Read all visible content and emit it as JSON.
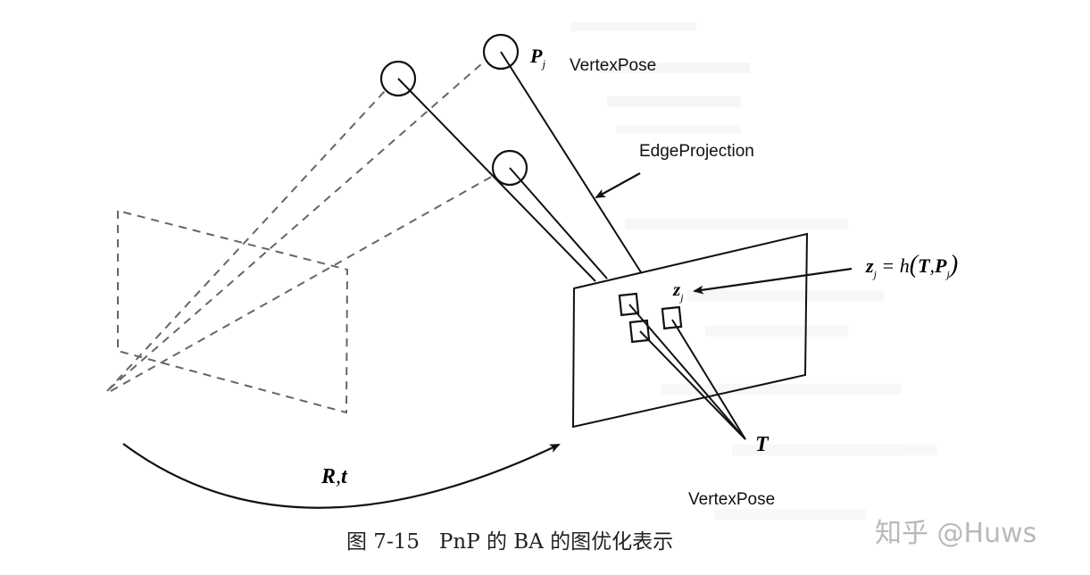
{
  "figure": {
    "caption": "图 7-15   PnP 的 BA 的图优化表示",
    "labels": {
      "point_symbol": "P",
      "point_subscript": "j",
      "vertex_pose_top": "VertexPose",
      "edge_projection": "EdgeProjection",
      "observation_symbol": "z",
      "observation_subscript": "j",
      "equation_lhs": "z",
      "equation_lhs_sub": "j",
      "equation_eq": " = h",
      "equation_open": "(",
      "equation_T": "T",
      "equation_comma": ",",
      "equation_P": "P",
      "equation_P_sub": "j",
      "equation_close": ")",
      "pose_symbol": "T",
      "motion_label_R": "R",
      "motion_label_comma": ",",
      "motion_label_t": "t",
      "vertex_pose_bottom": "VertexPose"
    },
    "nodes": {
      "landmarks": [
        "landmark-1",
        "landmark-2",
        "landmark-3"
      ],
      "observations": [
        "observation-1",
        "observation-2",
        "observation-3"
      ]
    }
  },
  "watermark": "知乎 @Huws",
  "colors": {
    "line": "#111111",
    "dashed": "#666666",
    "watermark": "#b9b9b9",
    "background": "#ffffff"
  }
}
